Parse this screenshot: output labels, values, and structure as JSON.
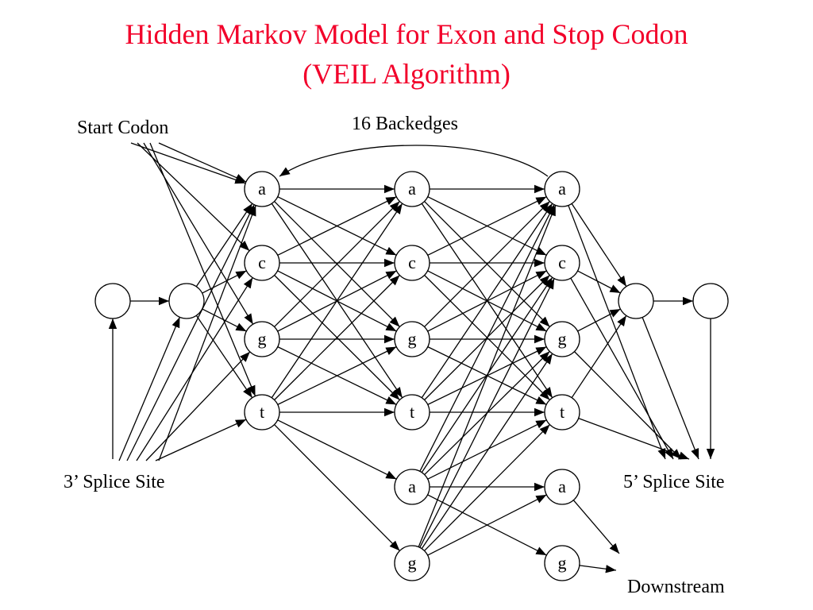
{
  "title": {
    "line1": "Hidden Markov Model for Exon and Stop Codon",
    "line2": "(VEIL Algorithm)",
    "color": "#f2002a"
  },
  "labels": {
    "start_codon": "Start Codon",
    "backedges": "16 Backedges",
    "splice3": "3’ Splice Site",
    "splice5": "5’ Splice Site",
    "downstream": "Downstream"
  },
  "states": {
    "col1": [
      "a",
      "c",
      "g",
      "t"
    ],
    "col2": [
      "a",
      "c",
      "g",
      "t"
    ],
    "col3": [
      "a",
      "c",
      "g",
      "t"
    ],
    "stop1": [
      "a",
      "g"
    ],
    "stop2": [
      "a",
      "g"
    ]
  }
}
